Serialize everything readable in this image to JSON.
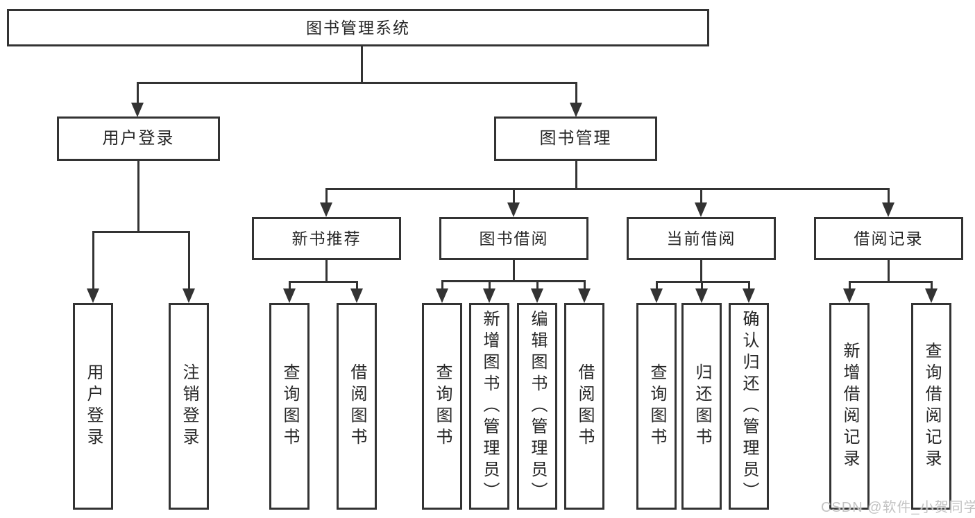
{
  "diagram": {
    "root": {
      "label": "图书管理系统"
    },
    "level2": [
      {
        "id": "user-login",
        "label": "用户登录"
      },
      {
        "id": "book-management",
        "label": "图书管理"
      }
    ],
    "level3": [
      {
        "id": "new-book-recommend",
        "label": "新书推荐"
      },
      {
        "id": "book-borrow",
        "label": "图书借阅"
      },
      {
        "id": "current-borrow",
        "label": "当前借阅"
      },
      {
        "id": "borrow-records",
        "label": "借阅记录"
      }
    ],
    "leaves": [
      {
        "id": "user-login-leaf",
        "label": "用户登录"
      },
      {
        "id": "logout-leaf",
        "label": "注销登录"
      },
      {
        "id": "newbook-query-book",
        "label": "查询图书"
      },
      {
        "id": "newbook-borrow-book",
        "label": "借阅图书"
      },
      {
        "id": "borrow-query-book",
        "label": "查询图书"
      },
      {
        "id": "borrow-add-book",
        "label": "新增图书（管理员）"
      },
      {
        "id": "borrow-edit-book",
        "label": "编辑图书（管理员）"
      },
      {
        "id": "borrow-borrow-book",
        "label": "借阅图书"
      },
      {
        "id": "current-query-book",
        "label": "查询图书"
      },
      {
        "id": "current-return-book",
        "label": "归还图书"
      },
      {
        "id": "current-confirm-return",
        "label": "确认归还（管理员）"
      },
      {
        "id": "records-add-record",
        "label": "新增借阅记录"
      },
      {
        "id": "records-query-record",
        "label": "查询借阅记录"
      }
    ]
  },
  "watermark": {
    "text": "CSDN @软件_小贺同学"
  },
  "colors": {
    "line": "#333333",
    "text": "#262626",
    "background": "#ffffff",
    "watermark": "#c3c3c3"
  }
}
